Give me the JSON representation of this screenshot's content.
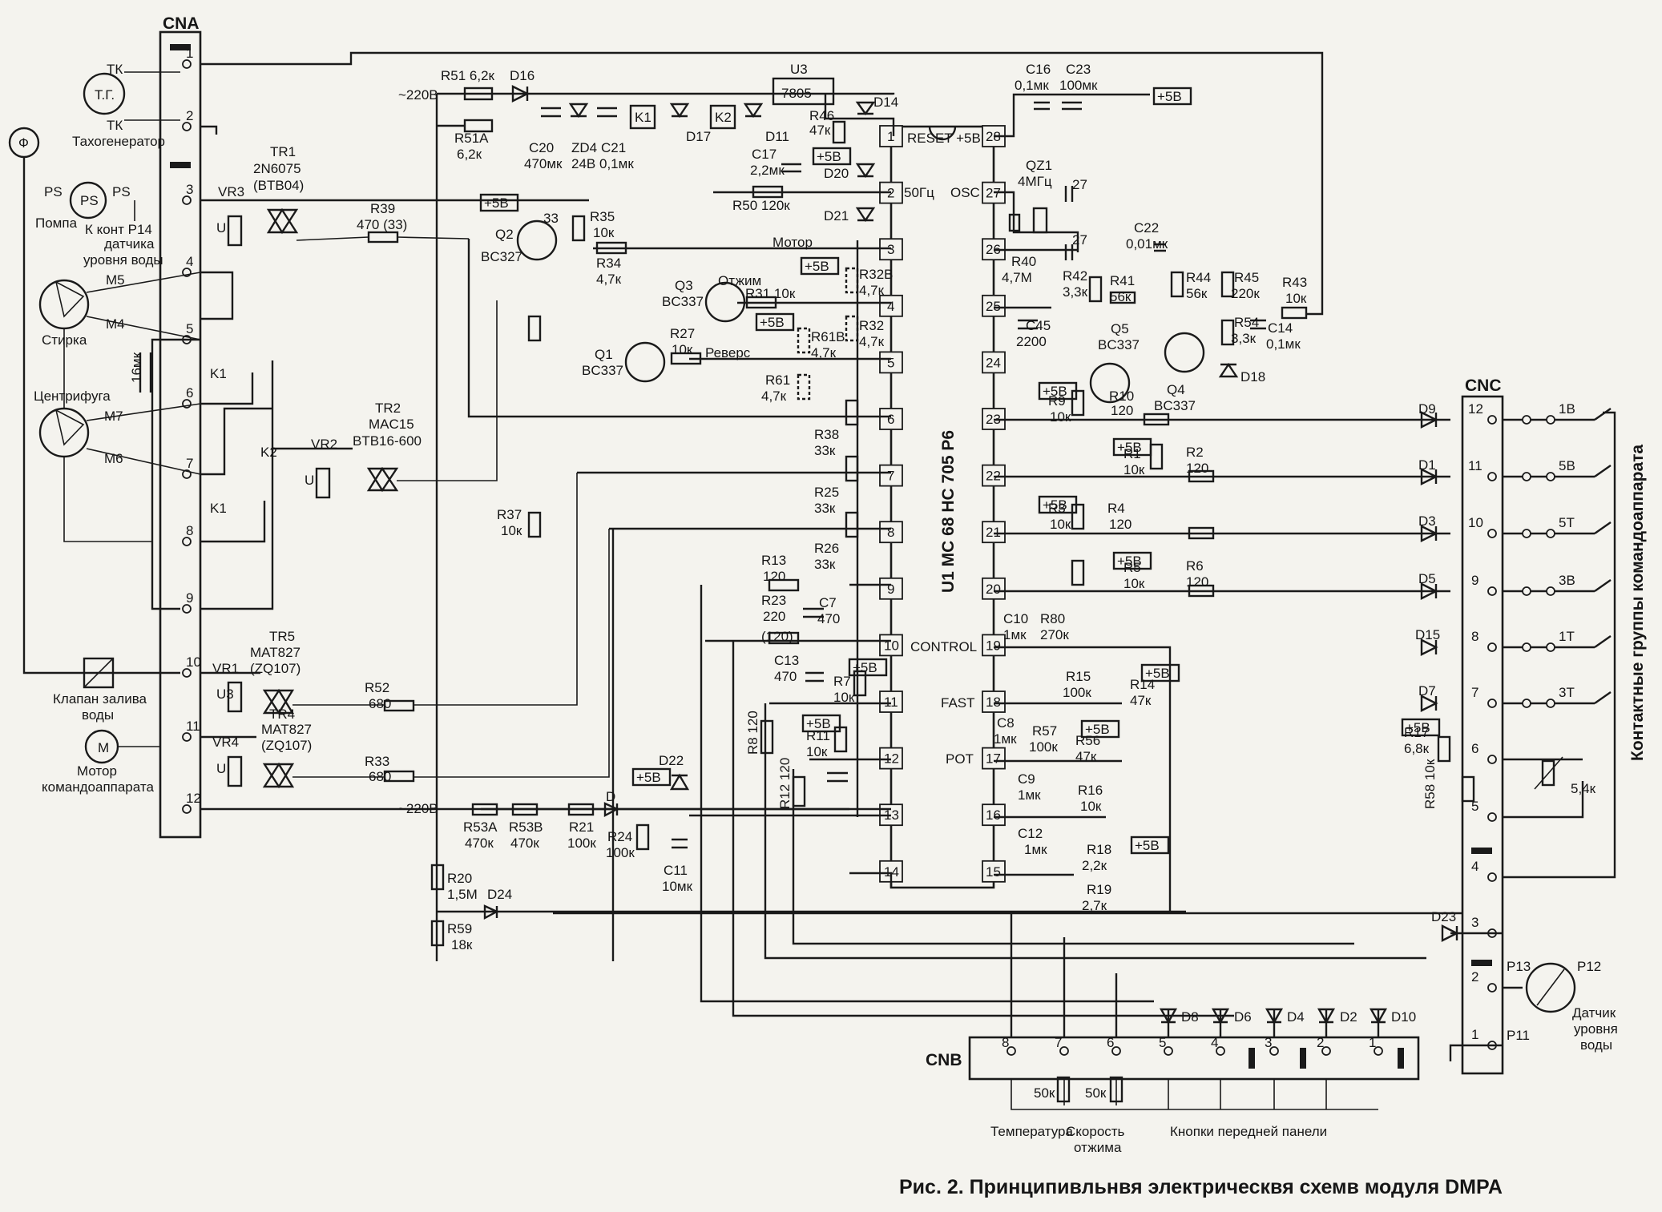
{
  "caption": "Рис. 2. Принципивльнвя электрическвя схемв модуля DMPA",
  "ic": {
    "name": "U1 MC 68 HC 705 P6",
    "pins_left": [
      "1",
      "2",
      "3",
      "4",
      "5",
      "6",
      "7",
      "8",
      "9",
      "10",
      "11",
      "12",
      "13",
      "14"
    ],
    "pins_right": [
      "28",
      "27",
      "26",
      "25",
      "24",
      "23",
      "22",
      "21",
      "20",
      "19",
      "18",
      "17",
      "16",
      "15"
    ],
    "pin_labels": {
      "reset": "RESET +5В",
      "p2": "50Гц",
      "osc": "OSC",
      "control": "CONTROL",
      "fast": "FAST",
      "pot": "POT"
    }
  },
  "connectors": {
    "cna": {
      "name": "CNA",
      "pins": [
        "1",
        "2",
        "3",
        "4",
        "5",
        "6",
        "7",
        "8",
        "9",
        "10",
        "11",
        "12"
      ]
    },
    "cnb": {
      "name": "CNB",
      "pins": [
        "8",
        "7",
        "6",
        "5",
        "4",
        "3",
        "2",
        "1"
      ]
    },
    "cnc": {
      "name": "CNC",
      "pins": [
        "12",
        "11",
        "10",
        "9",
        "8",
        "7",
        "6",
        "5",
        "4",
        "3",
        "2",
        "1"
      ],
      "contacts": [
        "1В",
        "5В",
        "5Т",
        "3В",
        "1Т",
        "3Т"
      ]
    }
  },
  "labels": {
    "tg": "Т.Г.",
    "tk1": "ТК",
    "tk2": "ТК",
    "tacho": "Тахогенератор",
    "phi": "Ф",
    "ps": "PS",
    "ps_l": "PS",
    "ps_r": "PS",
    "pump": "Помпа",
    "k_kont": "К конт P14",
    "level1": "датчика",
    "level2": "уровня воды",
    "m5": "M5",
    "m4": "M4",
    "wash": "Стирка",
    "cap16": "16мк",
    "spin": "Центрифуга",
    "m7": "M7",
    "m6": "M6",
    "k1a": "K1",
    "k1b": "K1",
    "k2": "K2",
    "valve1": "Клапан залива",
    "valve2": "воды",
    "motor1": "Мотор",
    "motor2": "командоаппарата",
    "m_letter": "M",
    "u1": "U",
    "u2": "U",
    "u3": "U3",
    "u4": "U",
    "tr1a": "TR1",
    "tr1b": "2N6075",
    "tr1c": "(BTB04)",
    "vr3": "VR3",
    "vr2": "VR2",
    "vr1": "VR1",
    "vr4": "VR4",
    "tr2a": "TR2",
    "tr2b": "MAC15",
    "tr2c": "BTB16-600",
    "tr5a": "TR5",
    "tr5b": "MAT827",
    "tr5c": "(ZQ107)",
    "tr4a": "TR4",
    "tr4b": "MAT827",
    "tr4c": "(ZQ107)",
    "r39": "R39",
    "r39v": "470 (33)",
    "r52": "R52",
    "r52v": "680",
    "r33": "R33",
    "r33v": "680",
    "v220a": "~220В",
    "v220b": "~220В",
    "r51": "R51 6,2к",
    "r51a": "R51A",
    "r51av": "6,2к",
    "d16": "D16",
    "c20": "C20",
    "c20v": "470мк",
    "zd4": "ZD4",
    "zd4v": "24В",
    "c21": "C21",
    "c21v": "0,1мк",
    "k1box": "K1",
    "k2box": "K2",
    "d17": "D17",
    "d11": "D11",
    "reg": "7805",
    "r46": "R46",
    "r46v": "47к",
    "d14": "D14",
    "c17": "C17",
    "c17v": "2,2мк",
    "d20": "D20",
    "d21": "D21",
    "r50": "R50 120к",
    "p5v": "+5В",
    "q2": "Q2",
    "q2v": "BC327",
    "r33b": "33",
    "r35": "R35",
    "r35v": "10к",
    "r34": "R34",
    "r34v": "4,7к",
    "motor": "Мотор",
    "q3": "Q3",
    "q3v": "BC337",
    "otzhim": "Отжим",
    "r31": "R31 10к",
    "r32b": "R32B",
    "r32bv": "4,7к",
    "r32": "R32",
    "r32v": "4,7к",
    "r61b": "R61B",
    "r61bv": "4,7к",
    "q1": "Q1",
    "q1v": "BC337",
    "r27": "R27",
    "r27v": "10к",
    "revers": "Реверс",
    "r61": "R61",
    "r61v": "4,7к",
    "r38": "R38",
    "r38v": "33к",
    "r25": "R25",
    "r25v": "33к",
    "r26": "R26",
    "r26v": "33к",
    "r37": "R37",
    "r37v": "10к",
    "r13": "R13",
    "r13v": "120",
    "r23": "R23",
    "r23v": "220",
    "r23w": "(120)",
    "c7": "C7",
    "c7v": "470",
    "c13": "C13",
    "c13v": "470",
    "r7": "R7",
    "r7v": "10к",
    "r8": "R8 120",
    "r11": "R11",
    "r11v": "10к",
    "r12": "R12 120",
    "d22": "D22",
    "c11": "C11",
    "c11v": "10мк",
    "d": "D",
    "r53a": "R53A",
    "r53av": "470к",
    "r53b": "R53B",
    "r53bv": "470к",
    "r21": "R21",
    "r21v": "100к",
    "r24": "R24",
    "r24v": "100к",
    "r20": "R20",
    "r20v": "1,5М",
    "r59": "R59",
    "r59v": "18к",
    "d24": "D24",
    "c16": "C16",
    "c16v": "0,1мк",
    "c23": "C23",
    "c23v": "100мк",
    "qz1": "QZ1",
    "qz1v": "4МГц",
    "c27a": "27",
    "c27b": "27",
    "r40": "R40",
    "r40v": "4,7M",
    "c45": "C45",
    "c45v": "2200",
    "c22": "C22",
    "c22v": "0,01мк",
    "r42": "R42",
    "r42v": "3,3к",
    "r41": "R41",
    "r41v": "56к",
    "r44": "R44",
    "r44v": "56к",
    "r45": "R45",
    "r45v": "220к",
    "r43": "R43",
    "r43v": "10к",
    "r54": "R54",
    "r54v": "3,3к",
    "c14": "C14",
    "c14v": "0,1мк",
    "q5": "Q5",
    "q5v": "BC337",
    "q4": "Q4",
    "q4v": "BC337",
    "d18": "D18",
    "r9": "R9",
    "r9v": "10к",
    "r10": "R10",
    "r10v": "120",
    "r1": "R1",
    "r1v": "10к",
    "r2": "R2",
    "r2v": "120",
    "r3": "R3",
    "r3v": "10к",
    "r4": "R4",
    "r4v": "120",
    "r5": "R5",
    "r5v": "10к",
    "r6": "R6",
    "r6v": "120",
    "c10": "C10",
    "c10v": "1мк",
    "r80": "R80",
    "r80v": "270к",
    "r15": "R15",
    "r15v": "100к",
    "r14": "R14",
    "r14v": "47к",
    "c8": "C8",
    "c8v": "1мк",
    "r57": "R57",
    "r57v": "100к",
    "r56": "R56",
    "r56v": "47к",
    "c9": "C9",
    "c9v": "1мк",
    "r16": "R16",
    "r16v": "10к",
    "c12": "C12",
    "c12v": "1мк",
    "r18": "R18",
    "r18v": "2,2к",
    "r19": "R19",
    "r19v": "2,7к",
    "d9": "D9",
    "d1": "D1",
    "d3": "D3",
    "d5": "D5",
    "d15": "D15",
    "d7": "D7",
    "d23": "D23",
    "d8": "D8",
    "d6": "D6",
    "d4": "D4",
    "d2": "D2",
    "d10": "D10",
    "r17": "R17",
    "r17v": "6,8к",
    "r58": "R58 10к",
    "therm": "5,4к",
    "contact_group": "Контактные группы командоаппарата",
    "p13": "P13",
    "p12": "P12",
    "p11": "P11",
    "lsens1": "Датчик",
    "lsens2": "уровня",
    "lsens3": "воды",
    "pot1": "50к",
    "pot2": "50к",
    "temp": "Температура",
    "speed1": "Скорость",
    "speed2": "отжима",
    "buttons": "Кнопки передней панели"
  }
}
